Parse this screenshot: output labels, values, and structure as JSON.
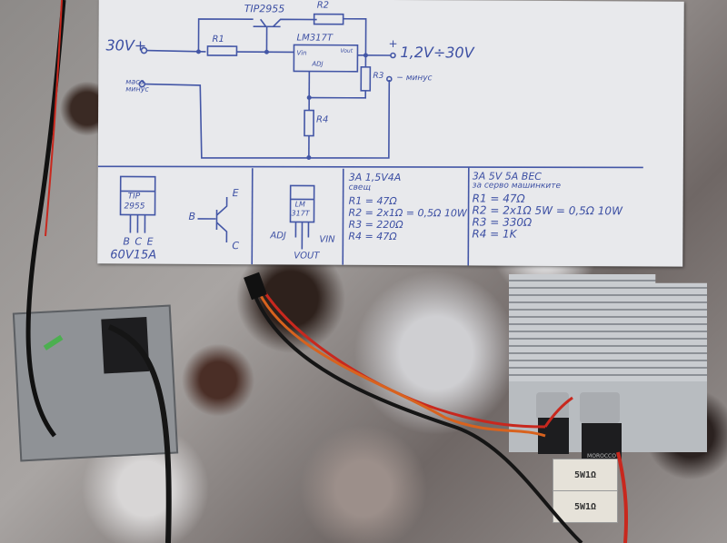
{
  "scene": {
    "description": "Handwritten LM317T + TIP2955 adjustable power supply schematic on paper over granite countertop with assembled hardware"
  },
  "schematic": {
    "input_label": "30V+",
    "input_terminal": "o",
    "transistor_label": "TIP2955",
    "regulator_label": "LM317T",
    "regulator_pins": {
      "vin": "Vin",
      "vout": "Vout",
      "adj": "ADJ"
    },
    "resistors": [
      "R1",
      "R2",
      "R3",
      "R4"
    ],
    "output_plus_sign": "+",
    "output_range": "1,2V÷30V",
    "output_minus": "− минус",
    "input_minus": "маса минус"
  },
  "pinouts": {
    "tip": {
      "body_top": "TIP",
      "body_bottom": "2955",
      "pins": "B C E",
      "rating": "60V15A"
    },
    "symbol": {
      "base": "B",
      "emitter": "E",
      "collector": "C"
    },
    "lm": {
      "body_top": "LM",
      "body_bottom": "317T",
      "adj": "ADJ",
      "vin": "VIN",
      "vout": "VOUT"
    }
  },
  "config_a": {
    "title": "3A 1,5V4A",
    "subtitle": "свещ",
    "lines": [
      "R1 = 47Ω",
      "R2 = 2x1Ω = 0,5Ω 10W",
      "R3 = 220Ω",
      "R4 = 47Ω"
    ]
  },
  "config_b": {
    "title": "3A 5V 5A BEC",
    "subtitle": "за серво машинките",
    "lines": [
      "R1 = 47Ω",
      "R2 = 2x1Ω 5W = 0,5Ω 10W",
      "R3 = 330Ω",
      "R4 = 1K"
    ]
  },
  "hardware": {
    "cement_resistor_label": "5W1Ω",
    "transistor_marking": "MOROCCO"
  },
  "colors": {
    "ink": "#3c4fa3",
    "paper": "#e8e9ec",
    "wire_red": "#c8281e",
    "wire_orange": "#d8621e"
  }
}
